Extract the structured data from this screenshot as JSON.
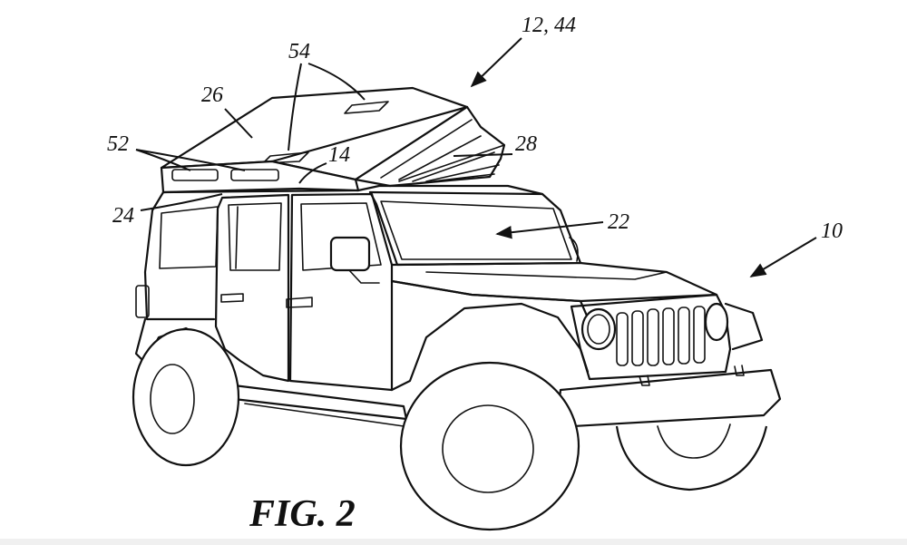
{
  "figure": {
    "caption": "FIG. 2",
    "refs": {
      "r12_44": "12, 44",
      "r54": "54",
      "r26": "26",
      "r28": "28",
      "r52": "52",
      "r14": "14",
      "r24": "24",
      "r22": "22",
      "r10": "10"
    }
  }
}
